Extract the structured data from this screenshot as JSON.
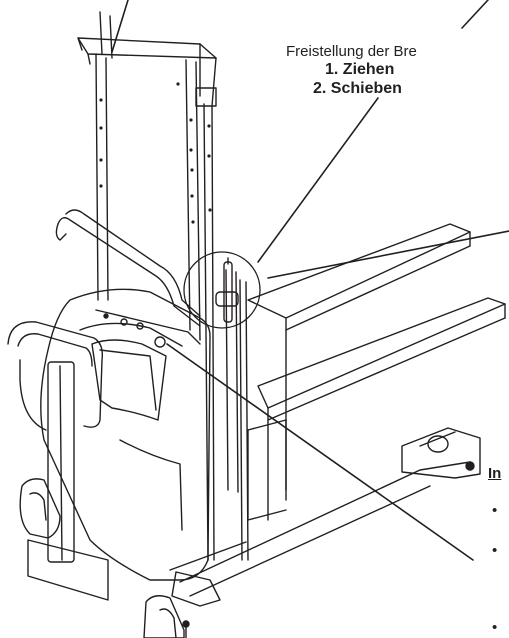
{
  "labels": {
    "title_partial": "Freistellung der Bre",
    "step1": "1. Ziehen",
    "step2": "2. Schieben",
    "section_partial": "In"
  },
  "bullets": [
    "•",
    "•",
    "•"
  ],
  "colors": {
    "line": "#231f20",
    "background": "#ffffff"
  }
}
